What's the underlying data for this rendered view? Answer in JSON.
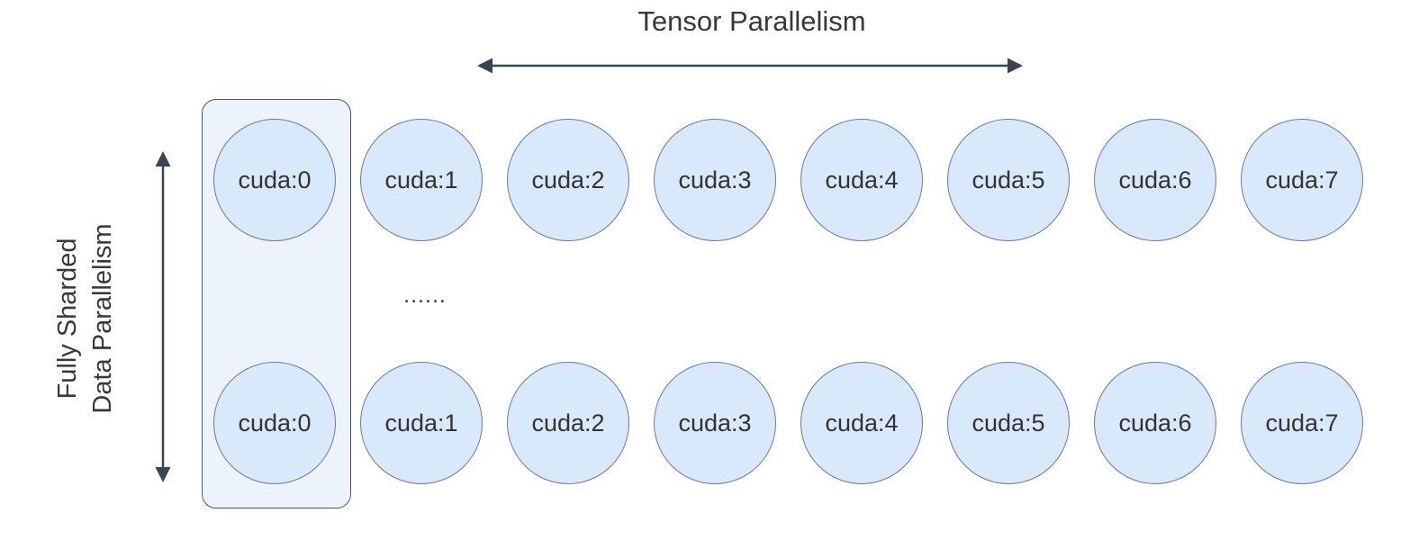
{
  "title": "Tensor Parallelism",
  "left_axis": {
    "line1": "Fully Sharded",
    "line2": "Data Parallelism"
  },
  "ellipsis": "......",
  "rows": {
    "top": [
      "cuda:0",
      "cuda:1",
      "cuda:2",
      "cuda:3",
      "cuda:4",
      "cuda:5",
      "cuda:6",
      "cuda:7"
    ],
    "bottom": [
      "cuda:0",
      "cuda:1",
      "cuda:2",
      "cuda:3",
      "cuda:4",
      "cuda:5",
      "cuda:6",
      "cuda:7"
    ]
  },
  "colors": {
    "node_fill": "#dae8fc",
    "node_border": "#6b7c93",
    "group_fill": "#ecf3fd",
    "group_border": "#4d5866",
    "arrow": "#3c4452",
    "text": "#333333"
  }
}
